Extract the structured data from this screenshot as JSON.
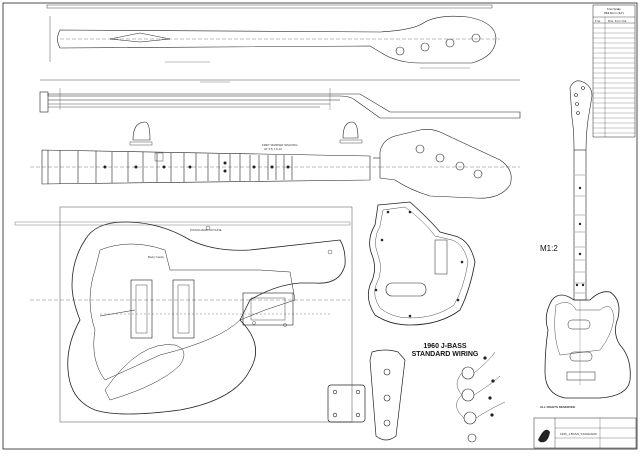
{
  "table": {
    "title_line1": "Fret Scale",
    "title_line2": "863.6mm (34\")",
    "headers": [
      "Fret",
      "Dist. from Nut"
    ]
  },
  "labels": {
    "scale": "M1:2",
    "wiring_line1": "1960 J-BASS",
    "wiring_line2": "STANDARD WIRING",
    "rights": "ALL RIGHTS RESERVED",
    "title_block": "1960_J-BASS_STANDARD",
    "fret_marker_neck": "FRET MARKER SPACING",
    "fret_marker_neck_sub": "AT 3,5,7,9,12",
    "body_pickguard": "PICKGUARD OUTLINE",
    "body_cavity": "Body Cavity"
  },
  "colors": {
    "line": "#222222",
    "background": "#ffffff"
  }
}
